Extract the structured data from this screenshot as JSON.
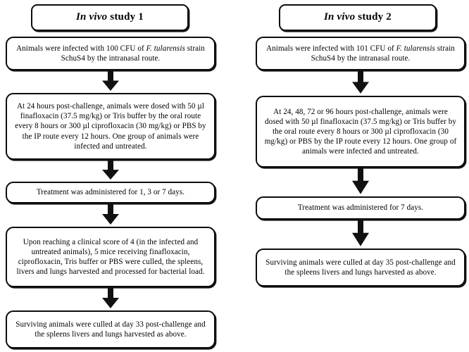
{
  "figure": {
    "type": "flowchart",
    "orientation": "two-column vertical flow",
    "columns": 2
  },
  "studies": [
    {
      "id": "study-1",
      "title_italic": "In vivo",
      "title_rest": " study 1",
      "steps": [
        {
          "id": "infection",
          "text": "Animals  were infected  with  100 CFU of F. tularensis strain  SchuS4 by the  intranasal  route."
        },
        {
          "id": "dosing",
          "text": "At 24 hours post-challenge,  animals  were dosed with 50 µl finafloxacin  (37.5 mg/kg) or Tris  buffer  by the oral route every 8 hours or 300 µl  ciprofloxacin  (30 mg/kg)  or PBS by the  IP route every  12 hours. One group of animals  were infected  and untreated."
        },
        {
          "id": "treatment-duration",
          "text": "Treatment  was administered  for  1, 3 or 7 days."
        },
        {
          "id": "clinical-score-cull",
          "text": "Upon reaching  a clinical  score of 4 (in the  infected and untreated  animals),  5 mice  receiving finafloxacin,  ciprofloxacin,  Tris  buffer  or PBS were culled,  the spleens,  livers  and lungs  harvested and processed for  bacterial  load."
        },
        {
          "id": "final-cull",
          "text": "Surviving  animals  were culled  at day 33 post-challenge  and the spleens  livers  and lungs  harvested as above."
        }
      ]
    },
    {
      "id": "study-2",
      "title_italic": "In vivo",
      "title_rest": " study 2",
      "steps": [
        {
          "id": "infection",
          "text": "Animals  were infected  with  101 CFU of F. tularensis strain  SchuS4 by the  intranasal  route."
        },
        {
          "id": "dosing",
          "text": "At 24, 48, 72 or 96 hours  post-challenge,  animals  were dosed with  50 µl  finafloxacin  (37.5 mg/kg)  or Tris buffer  by the  oral  route every 8 hours  or 300 µl ciprofloxacin  (30 mg/kg)  or PBS by the  IP route every 12 hours. One group of animals  were infected  and untreated."
        },
        {
          "id": "treatment-duration",
          "text": "Treatment  was administered  for  7 days."
        },
        {
          "id": "final-cull",
          "text": "Surviving  animals  were culled  at day 35 post-challenge  and the spleens  livers  and lungs  harvested as above."
        }
      ]
    }
  ],
  "arrows": {
    "glyph": "down-block-arrow",
    "color": "#111111",
    "count_left": 4,
    "count_right": 3
  },
  "style": {
    "box_border_color": "#0d0d0d",
    "box_fill": "#ffffff",
    "page_background": "#ffffff",
    "text_color": "#000000"
  }
}
